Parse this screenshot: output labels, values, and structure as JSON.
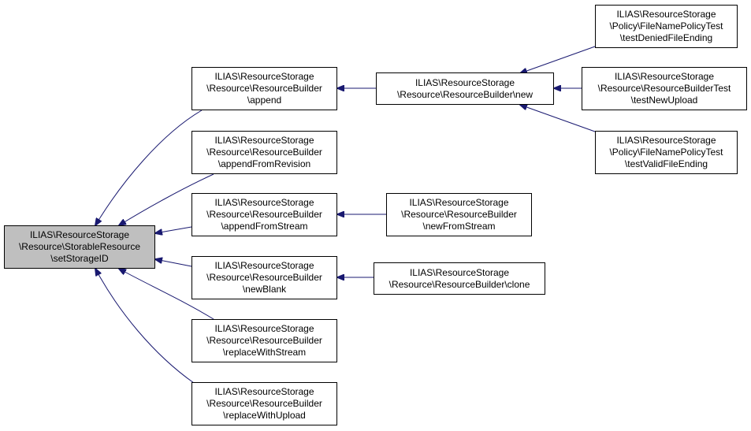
{
  "colors": {
    "edge": "#191970",
    "root_fill": "#bfbfbf",
    "node_fill": "#ffffff",
    "border": "#000000"
  },
  "graph": {
    "root": {
      "label": "ILIAS\\ResourceStorage\n\\Resource\\StorableResource\n\\setStorageID"
    },
    "level1": [
      {
        "label": "ILIAS\\ResourceStorage\n\\Resource\\ResourceBuilder\n\\append"
      },
      {
        "label": "ILIAS\\ResourceStorage\n\\Resource\\ResourceBuilder\n\\appendFromRevision"
      },
      {
        "label": "ILIAS\\ResourceStorage\n\\Resource\\ResourceBuilder\n\\appendFromStream"
      },
      {
        "label": "ILIAS\\ResourceStorage\n\\Resource\\ResourceBuilder\n\\newBlank"
      },
      {
        "label": "ILIAS\\ResourceStorage\n\\Resource\\ResourceBuilder\n\\replaceWithStream"
      },
      {
        "label": "ILIAS\\ResourceStorage\n\\Resource\\ResourceBuilder\n\\replaceWithUpload"
      }
    ],
    "level2": [
      {
        "label": "ILIAS\\ResourceStorage\n\\Resource\\ResourceBuilder\\new"
      },
      {
        "label": "ILIAS\\ResourceStorage\n\\Resource\\ResourceBuilder\n\\newFromStream"
      },
      {
        "label": "ILIAS\\ResourceStorage\n\\Resource\\ResourceBuilder\\clone"
      }
    ],
    "level3": [
      {
        "label": "ILIAS\\ResourceStorage\n\\Policy\\FileNamePolicyTest\n\\testDeniedFileEnding"
      },
      {
        "label": "ILIAS\\ResourceStorage\n\\Resource\\ResourceBuilderTest\n\\testNewUpload"
      },
      {
        "label": "ILIAS\\ResourceStorage\n\\Policy\\FileNamePolicyTest\n\\testValidFileEnding"
      }
    ]
  }
}
